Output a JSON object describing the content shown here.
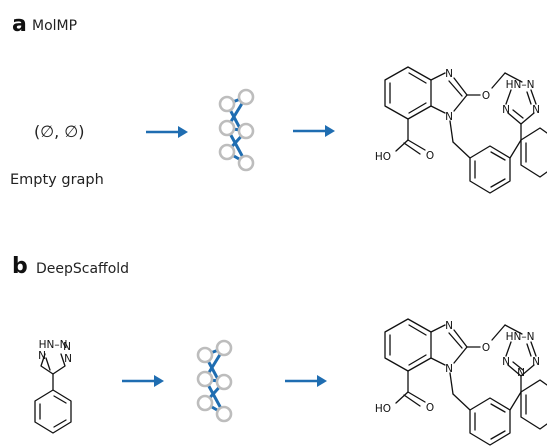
{
  "panels": [
    {
      "letter": "a",
      "title": "MolMP",
      "input": {
        "symbol": "(∅, ∅)",
        "label": "Empty graph"
      }
    },
    {
      "letter": "b",
      "title": "DeepScaffold",
      "input_atoms": {
        "top": "HN–N",
        "left": "N",
        "right": "N",
        "bottom_right": "N"
      }
    }
  ],
  "product_atoms": {
    "ring_n_top": "N",
    "ring_n_bottom": "N",
    "ether_o": "O",
    "acid_o_double": "O",
    "acid_oh": "HO",
    "tetrazole_top": "HN–N",
    "tetrazole_left": "N",
    "tetrazole_right": "N",
    "tetrazole_bottom": "N"
  },
  "colors": {
    "arrow": "#1f6db1",
    "nn_edge": "#1f6db1",
    "nn_node": "#bdbdbd",
    "bond": "#111111"
  }
}
